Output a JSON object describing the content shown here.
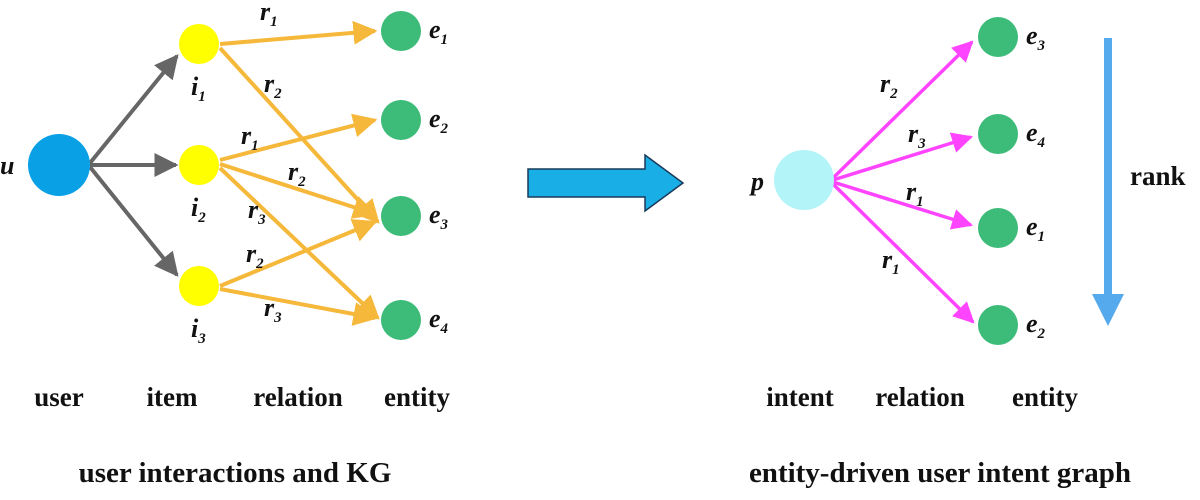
{
  "colors": {
    "user_node": "#0aa0e6",
    "item_node": "#ffff00",
    "entity_node": "#3dbb78",
    "intent_node": "#b3f4f8",
    "user_item_edge": "#666666",
    "relation_edge": "#f5b83a",
    "intent_edge": "#ff44ff",
    "big_arrow": "#1aaee6",
    "rank_arrow": "#55aaee"
  },
  "left": {
    "nodes": {
      "u": "u",
      "i1": {
        "base": "i",
        "sub": "1"
      },
      "i2": {
        "base": "i",
        "sub": "2"
      },
      "i3": {
        "base": "i",
        "sub": "3"
      },
      "e1": {
        "base": "e",
        "sub": "1"
      },
      "e2": {
        "base": "e",
        "sub": "2"
      },
      "e3": {
        "base": "e",
        "sub": "3"
      },
      "e4": {
        "base": "e",
        "sub": "4"
      }
    },
    "relations": [
      {
        "base": "r",
        "sub": "1"
      },
      {
        "base": "r",
        "sub": "2"
      },
      {
        "base": "r",
        "sub": "1"
      },
      {
        "base": "r",
        "sub": "2"
      },
      {
        "base": "r",
        "sub": "3"
      },
      {
        "base": "r",
        "sub": "2"
      },
      {
        "base": "r",
        "sub": "3"
      }
    ],
    "column_labels": [
      "user",
      "item",
      "relation",
      "entity"
    ],
    "title": "user interactions and KG"
  },
  "right": {
    "nodes": {
      "p": "p",
      "e3": {
        "base": "e",
        "sub": "3"
      },
      "e4": {
        "base": "e",
        "sub": "4"
      },
      "e1": {
        "base": "e",
        "sub": "1"
      },
      "e2": {
        "base": "e",
        "sub": "2"
      }
    },
    "relations": [
      {
        "base": "r",
        "sub": "2"
      },
      {
        "base": "r",
        "sub": "3"
      },
      {
        "base": "r",
        "sub": "1"
      },
      {
        "base": "r",
        "sub": "1"
      }
    ],
    "rank_label": "rank",
    "column_labels": [
      "intent",
      "relation",
      "entity"
    ],
    "title": "entity-driven user intent graph"
  }
}
